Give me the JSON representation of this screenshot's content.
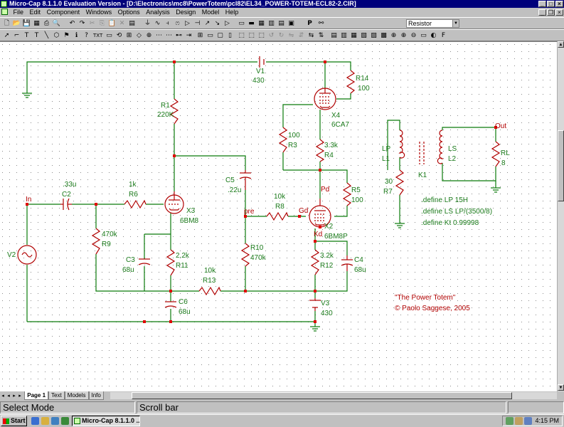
{
  "window": {
    "title": "Micro-Cap 8.1.1.0 Evaluation Version - [D:\\Electronics\\mc8\\PowerTotem\\pcl82\\EL34_POWER-TOTEM-ECL82-2.CIR]"
  },
  "menu": [
    "File",
    "Edit",
    "Component",
    "Windows",
    "Options",
    "Analysis",
    "Design",
    "Model",
    "Help"
  ],
  "toolbar": {
    "component_combo": "Resistor"
  },
  "schematic": {
    "components": {
      "R1": {
        "name": "R1",
        "value": "220K"
      },
      "R3": {
        "name": "R3",
        "value": "100"
      },
      "R4": {
        "name": "R4",
        "value": "3.3k"
      },
      "R5": {
        "name": "R5",
        "value": "100"
      },
      "R6": {
        "name": "R6",
        "value": "1k"
      },
      "R7": {
        "name": "R7",
        "value": "30"
      },
      "R8": {
        "name": "R8",
        "value": "10k"
      },
      "R9": {
        "name": "R9",
        "value": "470k"
      },
      "R10": {
        "name": "R10",
        "value": "470k"
      },
      "R11": {
        "name": "R11",
        "value": "2.2k"
      },
      "R12": {
        "name": "R12",
        "value": "3.2k"
      },
      "R13": {
        "name": "R13",
        "value": "10k"
      },
      "R14": {
        "name": "R14",
        "value": "100"
      },
      "RL": {
        "name": "RL",
        "value": "8"
      },
      "C2": {
        "name": "C2",
        "value": ".33u"
      },
      "C3": {
        "name": "C3",
        "value": "68u"
      },
      "C4": {
        "name": "C4",
        "value": "68u"
      },
      "C5": {
        "name": "C5",
        "value": ".22u"
      },
      "C6": {
        "name": "C6",
        "value": "68u"
      },
      "V1": {
        "name": "V1",
        "value": "430"
      },
      "V2": {
        "name": "V2"
      },
      "V3": {
        "name": "V3",
        "value": "430"
      },
      "X2": {
        "name": "X2",
        "value": "6BM8P"
      },
      "X3": {
        "name": "X3",
        "value": "6BM8"
      },
      "X4": {
        "name": "X4",
        "value": "6CA7"
      },
      "LP": {
        "name": "LP",
        "ref": "L1"
      },
      "LS": {
        "name": "LS",
        "ref": "L2"
      },
      "K1": {
        "name": "K1"
      }
    },
    "nodes": {
      "in": "In",
      "out": "Out",
      "pd": "Pd",
      "pre": "pre",
      "gd": "Gd",
      "kd": "Kd"
    },
    "defines": [
      ".define LP 15H",
      ".define LS LP/(3500/8)",
      ".define Kt 0.99998"
    ],
    "notes": {
      "title": "\"The Power Totem\"",
      "copyright": "© Paolo Saggese, 2005"
    },
    "colors": {
      "wire": "#0a7a0a",
      "component": "#b00000",
      "node_dot": "#e00000",
      "label": "#1a7a1a"
    }
  },
  "page_tabs": [
    "Page 1",
    "Text",
    "Models",
    "Info"
  ],
  "status": {
    "mode": "Select Mode",
    "hint": "Scroll bar"
  },
  "taskbar": {
    "start": "Start",
    "task": "Micro-Cap 8.1.1.0 ...",
    "clock": "4:15 PM"
  }
}
